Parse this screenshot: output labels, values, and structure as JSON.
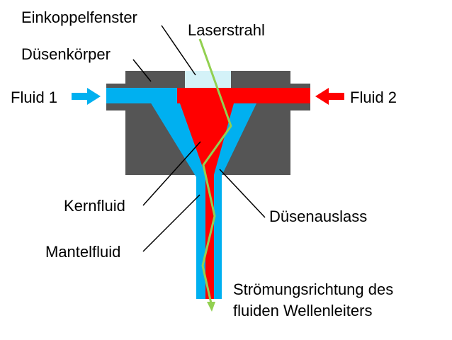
{
  "labels": {
    "einkoppelfenster": "Einkoppelfenster",
    "laserstrahl": "Laserstrahl",
    "duesenkoerper": "Düsenkörper",
    "fluid1": "Fluid 1",
    "fluid2": "Fluid 2",
    "kernfluid": "Kernfluid",
    "duesenauslass": "Düsenauslass",
    "mantelfluid": "Mantelfluid",
    "stroemung_line1": "Strömungsrichtung des",
    "stroemung_line2": "fluiden Wellenleiters"
  },
  "colors": {
    "body": "#555555",
    "window": "#d4f2f8",
    "fluid1": "#00b0f0",
    "fluid2": "#ff0000",
    "laser": "#92d050",
    "leader": "#000000"
  }
}
